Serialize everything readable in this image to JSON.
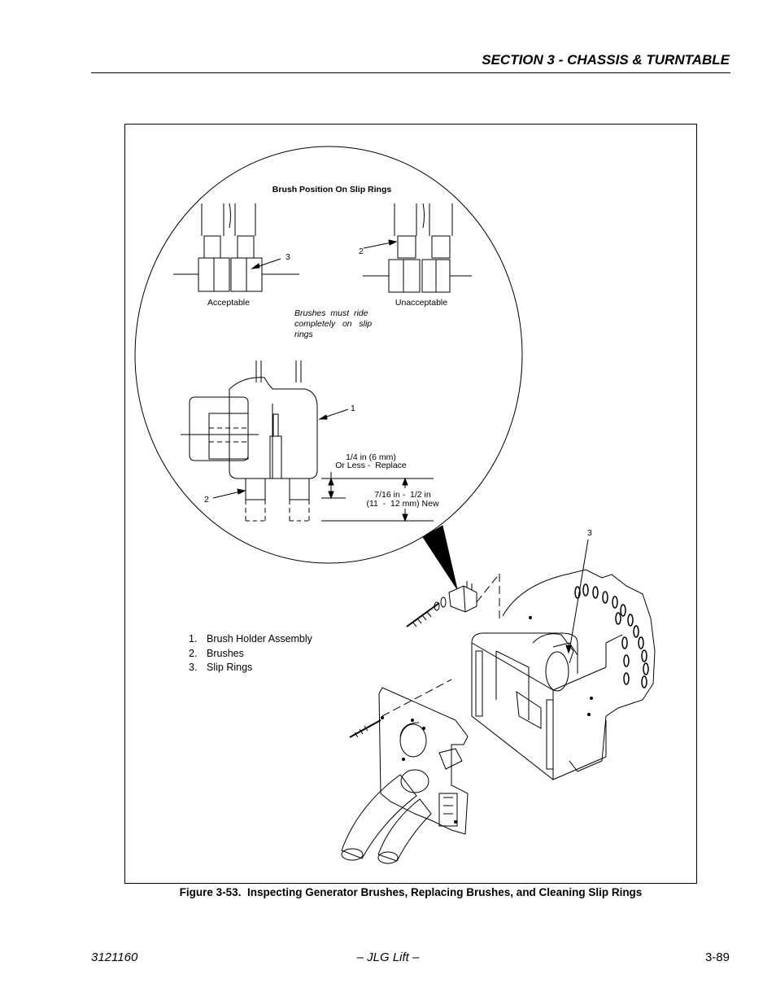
{
  "header": {
    "section_title": "SECTION 3 - CHASSIS & TURNTABLE"
  },
  "figure": {
    "detail_title": "Brush Position On Slip Rings",
    "acceptable_label": "Acceptable",
    "unacceptable_label": "Unacceptable",
    "note_line1": "Brushes  must  ride",
    "note_line2": "completely   on   slip",
    "note_line3": "rings",
    "callout_1": "1",
    "callout_2": "2",
    "callout_3": "3",
    "replace_line1": "1/4 in (6 mm)",
    "replace_line2": "Or Less -  Replace",
    "new_line1": "7/16 in -  1/2 in",
    "new_line2": "(11  -  12 mm) New",
    "legend": [
      {
        "num": "1.",
        "text": "Brush Holder Assembly"
      },
      {
        "num": "2.",
        "text": "Brushes"
      },
      {
        "num": "3.",
        "text": "Slip Rings"
      }
    ],
    "caption_number": "Figure 3-53.",
    "caption_text": "Inspecting Generator Brushes, Replacing Brushes, and Cleaning Slip Rings"
  },
  "footer": {
    "doc_number": "3121160",
    "brand": "– JLG Lift –",
    "page_number": "3-89"
  }
}
